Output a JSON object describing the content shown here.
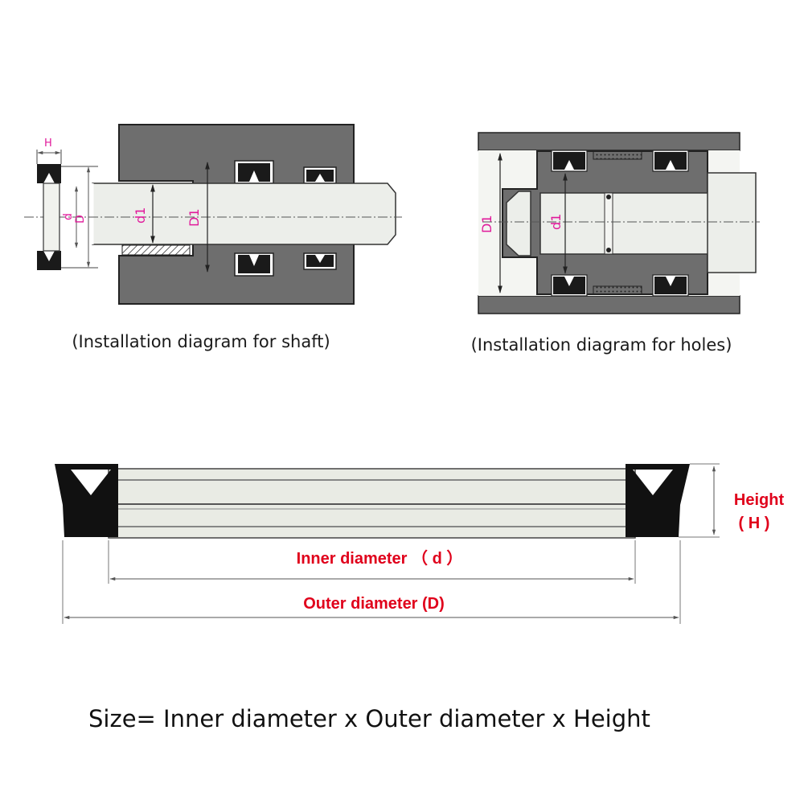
{
  "shaft_diagram": {
    "caption": "(Installation diagram for shaft)",
    "labels": {
      "h": "H",
      "d": "d",
      "D": "D",
      "d1": "d1",
      "D1": "D1"
    }
  },
  "hole_diagram": {
    "caption": "(Installation diagram for holes)",
    "labels": {
      "D1": "D1",
      "d1": "d1"
    }
  },
  "seal_profile": {
    "height_label": "Height",
    "height_symbol": "( H )",
    "inner_label": "Inner diameter （ d ）",
    "outer_label": "Outer diameter (D)"
  },
  "formula": "Size= Inner diameter x Outer diameter x Height",
  "colors": {
    "dimension_red": "#e0001b",
    "label_pink": "#e0189a",
    "housing_gray": "#6e6e6e",
    "seal_black": "#111111",
    "body_fill": "#e9ebe4"
  }
}
